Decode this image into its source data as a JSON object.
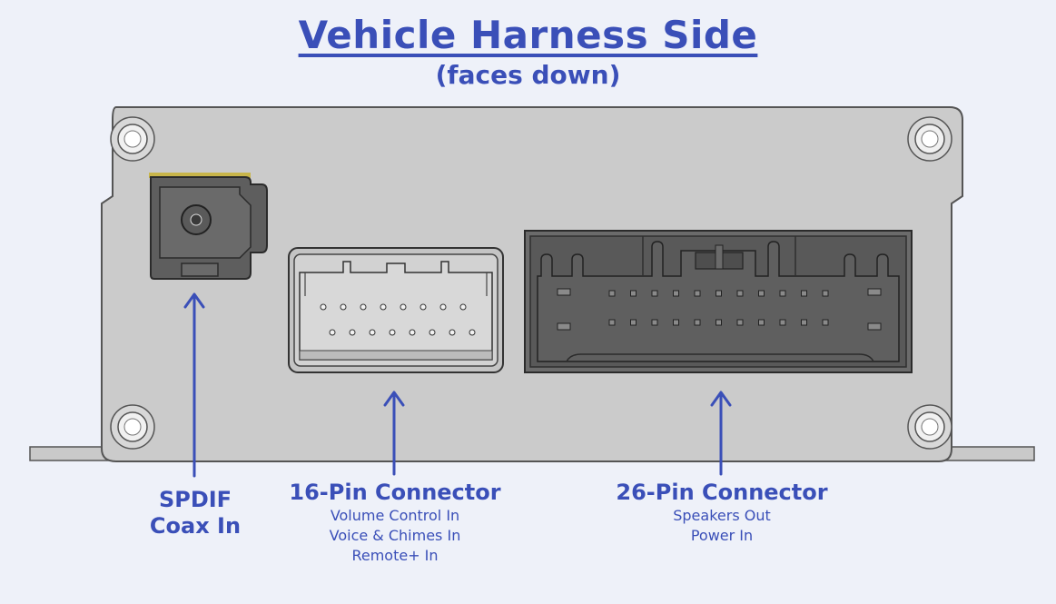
{
  "title": "Vehicle Harness Side",
  "subtitle": "(faces down)",
  "callouts": {
    "spdif": {
      "line1": "SPDIF",
      "line2": "Coax In"
    },
    "pin16": {
      "heading": "16-Pin Connector",
      "lines": [
        "Volume Control In",
        "Voice & Chimes In",
        "Remote+ In"
      ]
    },
    "pin26": {
      "heading": "26-Pin Connector",
      "lines": [
        "Speakers Out",
        "Power In"
      ]
    }
  },
  "colors": {
    "accent": "#3a4fb8",
    "housing": "#c9c9c9",
    "connector": "#5c5c5c"
  }
}
